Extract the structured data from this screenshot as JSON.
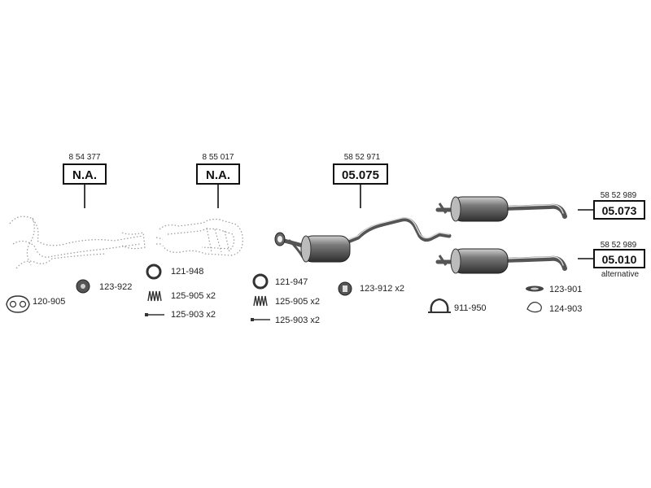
{
  "assemblies": [
    {
      "id": "catalyst_front",
      "ref": "8 54 377",
      "code": "N.A."
    },
    {
      "id": "catalyst_rear",
      "ref": "8 55 017",
      "code": "N.A."
    },
    {
      "id": "front_silencer",
      "ref": "58 52 971",
      "code": "05.075"
    },
    {
      "id": "rear_silencer_a",
      "ref": "58 52 989",
      "code": "05.073"
    },
    {
      "id": "rear_silencer_b",
      "ref": "58 52 989",
      "code": "05.010",
      "note": "alternative"
    }
  ],
  "parts": {
    "p120_905": "120-905",
    "p123_922": "123-922",
    "p121_948": "121-948",
    "p125_905_a": "125-905 x2",
    "p125_903_a": "125-903 x2",
    "p121_947": "121-947",
    "p125_905_b": "125-905 x2",
    "p125_903_b": "125-903 x2",
    "p123_912": "123-912 x2",
    "p911_950": "911-950",
    "p123_901": "123-901",
    "p124_903": "124-903"
  },
  "colors": {
    "ink": "#111111",
    "part_fill": "#555555",
    "ghost": "#999999"
  }
}
